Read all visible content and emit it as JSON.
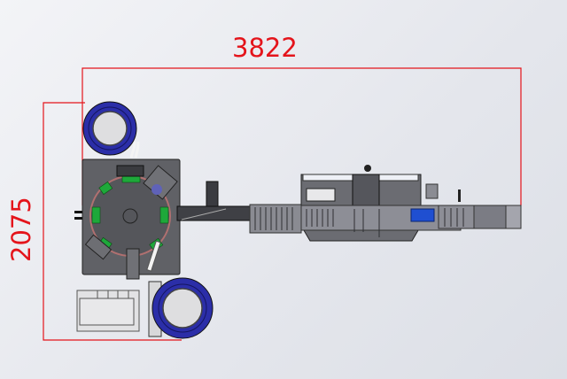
{
  "drawing": {
    "type": "machine layout top view",
    "dimensions": {
      "width": {
        "value": "3822",
        "color": "#e4141b"
      },
      "height": {
        "value": "2075",
        "color": "#e4141b"
      }
    },
    "components": [
      {
        "name": "label-reel-top",
        "color": "#2b2ea8"
      },
      {
        "name": "rotary-turntable",
        "color": "#5f6064"
      },
      {
        "name": "label-reel-bottom",
        "color": "#2b2ea8"
      },
      {
        "name": "control-box",
        "color": "#e2e2e4"
      },
      {
        "name": "transfer-conveyor",
        "color": "#4a4b50"
      },
      {
        "name": "labeling-station",
        "color": "#6b6c72"
      },
      {
        "name": "output-conveyor",
        "color": "#7b7c84"
      },
      {
        "name": "blue-sensor-block",
        "color": "#1f4fd1"
      }
    ]
  }
}
